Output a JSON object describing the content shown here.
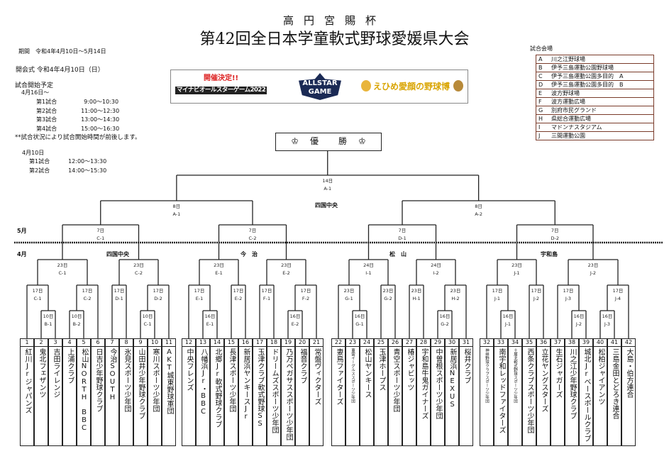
{
  "header": {
    "subtitle": "高円宮賜杯",
    "title": "第42回全日本学童軟式野球愛媛県大会"
  },
  "info": {
    "period": "期間　令和4年4月10日～5月14日",
    "opening": "開会式 令和4年4月10日（日）",
    "schedule_title": "試合開始予定",
    "from_date": "4月16日～",
    "games": [
      {
        "label": "第1試合",
        "time": "9:00～10:30"
      },
      {
        "label": "第2試合",
        "time": "11:00～12:30"
      },
      {
        "label": "第3試合",
        "time": "13:00～14:30"
      },
      {
        "label": "第4試合",
        "time": "15:00～16:30"
      }
    ],
    "note": "**試合状況により試合開始時間が前後します。",
    "day2_date": "4月10日",
    "day2_games": [
      {
        "label": "第1試合",
        "time": "12:00～13:30"
      },
      {
        "label": "第2試合",
        "time": "14:00～15:30"
      }
    ]
  },
  "banner": {
    "headline": "開催決定!!",
    "event": "マイナビオールスターゲーム2022",
    "badge": "ALLSTAR GAME",
    "ehime": "えひめ愛顔の野球博"
  },
  "venues": {
    "title": "試合会場",
    "items": [
      {
        "key": "A",
        "name": "川之江野球場"
      },
      {
        "key": "B",
        "name": "伊予三島運動公園野球場"
      },
      {
        "key": "C",
        "name": "伊予三島運動公園多目的　A"
      },
      {
        "key": "D",
        "name": "伊予三島運動公園多目的　B"
      },
      {
        "key": "E",
        "name": "波方野球場"
      },
      {
        "key": "F",
        "name": "波方運動広場"
      },
      {
        "key": "G",
        "name": "別府市民グランド"
      },
      {
        "key": "H",
        "name": "県総合運動広場"
      },
      {
        "key": "I",
        "name": "マドンナスタジアム"
      },
      {
        "key": "J",
        "name": "三間運動公園"
      }
    ]
  },
  "champion": {
    "label_1": "優",
    "label_2": "勝",
    "icon": "crown-icon"
  },
  "months": {
    "may": "5月",
    "april": "4月"
  },
  "regions": {
    "top": "四国中央",
    "r1": "四国中央",
    "r2": "今　治",
    "r3": "松　山",
    "r4": "宇和島"
  },
  "matches": {
    "f": {
      "date": "14日",
      "venue": "A-1"
    },
    "s1": {
      "date": "8日",
      "venue": "A-1"
    },
    "s2": {
      "date": "8日",
      "venue": "A-2"
    },
    "r7a": {
      "date": "7日",
      "venue": "C-1"
    },
    "r7b": {
      "date": "7日",
      "venue": "C-2"
    },
    "r7c": {
      "date": "7日",
      "venue": "D-1"
    },
    "r7d": {
      "date": "7日",
      "venue": "D-2"
    },
    "g1l": {
      "date": "23日",
      "venue": "C-1"
    },
    "g1r": {
      "date": "23日",
      "venue": "C-2"
    },
    "c1a": {
      "date": "17日",
      "venue": "C-1"
    },
    "c2a": {
      "date": "17日",
      "venue": "C-2"
    },
    "d1a": {
      "date": "17日",
      "venue": "D-1"
    },
    "d2a": {
      "date": "17日",
      "venue": "D-2"
    },
    "b1": {
      "date": "10日",
      "venue": "B-1"
    },
    "b2": {
      "date": "10日",
      "venue": "B-2"
    },
    "c1b": {
      "date": "10日",
      "venue": "C-1"
    },
    "g2l": {
      "date": "23日",
      "venue": "E-1"
    },
    "g2r": {
      "date": "23日",
      "venue": "E-2"
    },
    "e1": {
      "date": "17日",
      "venue": "E-1"
    },
    "e2": {
      "date": "17日",
      "venue": "E-2"
    },
    "f1": {
      "date": "17日",
      "venue": "F-1"
    },
    "f2": {
      "date": "17日",
      "venue": "F-2"
    },
    "e1s": {
      "date": "16日",
      "venue": "E-1"
    },
    "e2s": {
      "date": "16日",
      "venue": "E-2"
    },
    "i1": {
      "date": "24日",
      "venue": "I-1"
    },
    "i2": {
      "date": "24日",
      "venue": "I-2"
    },
    "g1": {
      "date": "23日",
      "venue": "G-1"
    },
    "g2": {
      "date": "23日",
      "venue": "G-2"
    },
    "h1": {
      "date": "23日",
      "venue": "H-1"
    },
    "h2": {
      "date": "23日",
      "venue": "H-2"
    },
    "g1s": {
      "date": "16日",
      "venue": "G-1"
    },
    "g2s": {
      "date": "16日",
      "venue": "G-2"
    },
    "g4l": {
      "date": "23日",
      "venue": "J-1"
    },
    "g4r": {
      "date": "23日",
      "venue": "J-2"
    },
    "j1": {
      "date": "17日",
      "venue": "J-1"
    },
    "j2": {
      "date": "17日",
      "venue": "J-2"
    },
    "j3": {
      "date": "17日",
      "venue": "J-3"
    },
    "j4": {
      "date": "17日",
      "venue": "J-4"
    },
    "j1s": {
      "date": "16日",
      "venue": "J-1"
    },
    "j2s": {
      "date": "16日",
      "venue": "J-2"
    },
    "j3s": {
      "date": "16日",
      "venue": "J-3"
    }
  },
  "teams": [
    {
      "no": "1",
      "name": "紅川Jrジャパンズ"
    },
    {
      "no": "2",
      "name": "鬼北フェザンツ"
    },
    {
      "no": "3",
      "name": "吉田ライレンジ"
    },
    {
      "no": "4",
      "name": "上浦クラブ"
    },
    {
      "no": "5",
      "name": "松山NORTH　BBC"
    },
    {
      "no": "6",
      "name": "日吉少年野球クラブ"
    },
    {
      "no": "7",
      "name": "今治SOUTH"
    },
    {
      "no": "8",
      "name": "氷見スポーツ少年団"
    },
    {
      "no": "9",
      "name": "山田井少年野球クラブ"
    },
    {
      "no": "10",
      "name": "寒川スポーツ少年団"
    },
    {
      "no": "11",
      "name": "AKT城東野球軍団"
    },
    {
      "no": "12",
      "name": "中央フレンズ"
    },
    {
      "no": "13",
      "name": "八幡浜Jr・BBC"
    },
    {
      "no": "14",
      "name": "北郷Jr軟式野球クラブ"
    },
    {
      "no": "15",
      "name": "長津スポーツ少年団"
    },
    {
      "no": "16",
      "name": "新居浜ヤンキースJr"
    },
    {
      "no": "17",
      "name": "玉津クラブ軟式野球SS"
    },
    {
      "no": "18",
      "name": "ドリームズスポーツ少年団"
    },
    {
      "no": "19",
      "name": "乃万ペガサススポーツ少年団"
    },
    {
      "no": "20",
      "name": "福音クラブ"
    },
    {
      "no": "21",
      "name": "常盤ヴィクターズ"
    },
    {
      "no": "22",
      "name": "妻鳥ファイターズ"
    },
    {
      "no": "23",
      "name": "東雲イーグルススポーツ少年団"
    },
    {
      "no": "24",
      "name": "松山ヤンキース"
    },
    {
      "no": "25",
      "name": "玉津ホープス"
    },
    {
      "no": "26",
      "name": "青空スポーツ少年団"
    },
    {
      "no": "27",
      "name": "椿ジャビッツ"
    },
    {
      "no": "28",
      "name": "宇和島牛鬼ガイナーズ"
    },
    {
      "no": "29",
      "name": "中曽根スポーツ少年団"
    },
    {
      "no": "30",
      "name": "新居浜NEXUS"
    },
    {
      "no": "31",
      "name": "桜井クラブ"
    },
    {
      "no": "32",
      "name": "神拝野球クラブスポーツ少年団"
    },
    {
      "no": "33",
      "name": "南宇和レッドファイターズ"
    },
    {
      "no": "34",
      "name": "土居北軟式野球スポーツ少年団"
    },
    {
      "no": "35",
      "name": "西条クラブスポーツ少年団"
    },
    {
      "no": "36",
      "name": "立花ヤングスターズ"
    },
    {
      "no": "37",
      "name": "生石ジャガーズ"
    },
    {
      "no": "38",
      "name": "川之江少年野球クラブ"
    },
    {
      "no": "39",
      "name": "城北Jrベースボールクラブ"
    },
    {
      "no": "40",
      "name": "松柏ジャイアンツ"
    },
    {
      "no": "41",
      "name": "三島金田とどろき連合"
    },
    {
      "no": "42",
      "name": "大島・伯方連合"
    }
  ]
}
